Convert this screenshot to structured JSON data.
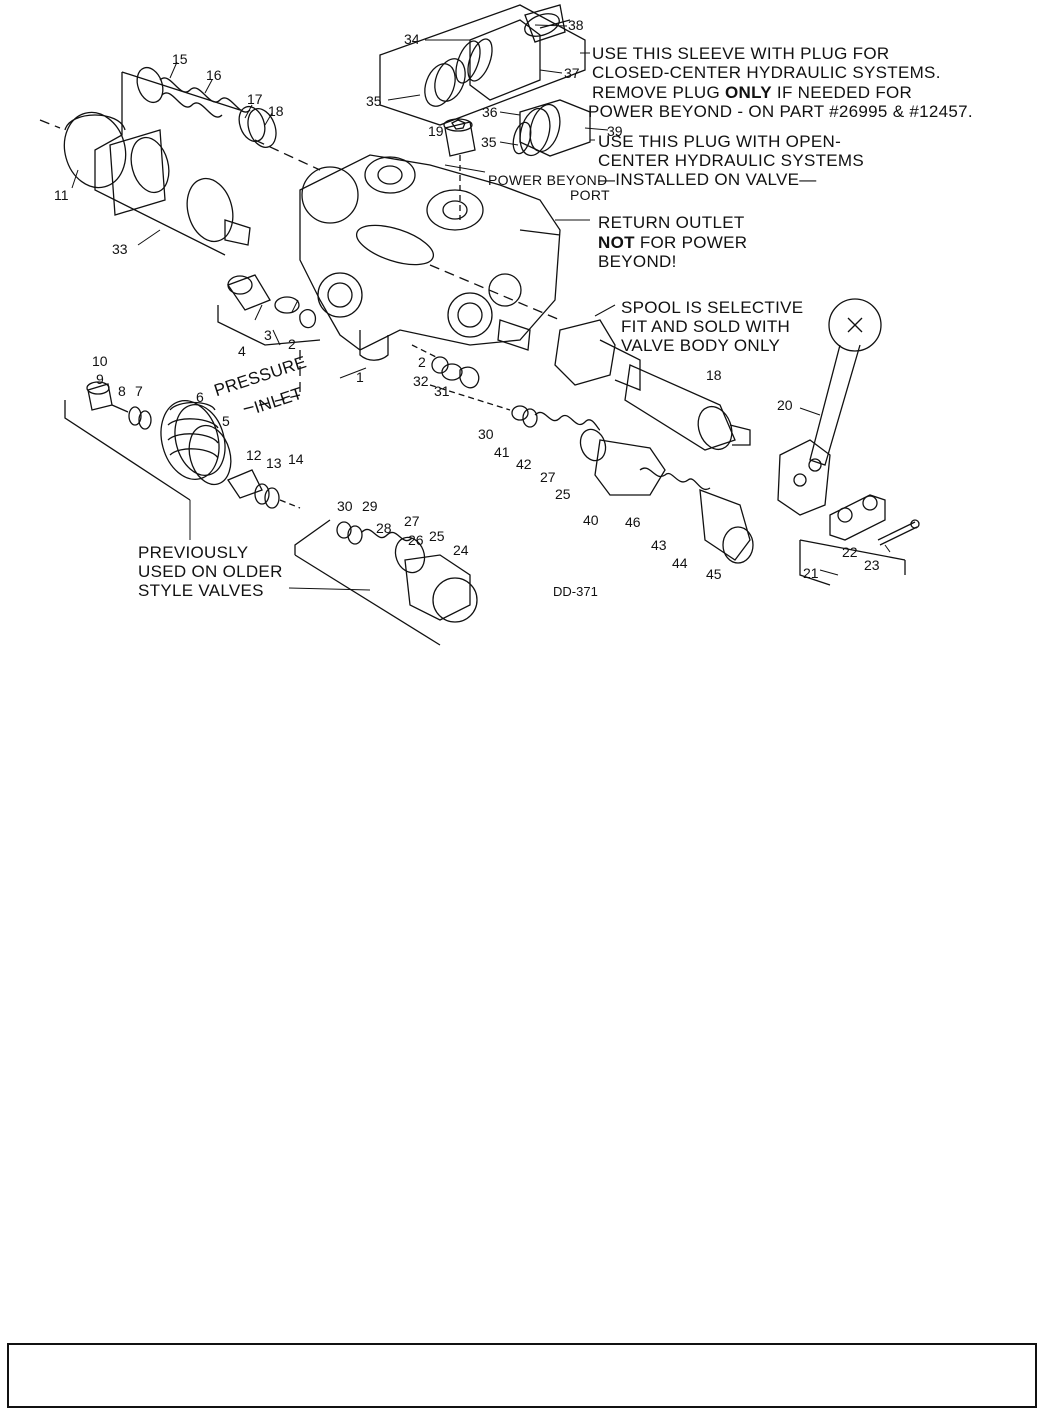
{
  "diagram": {
    "code": "DD-371",
    "notes": {
      "sleeve_1": "USE THIS SLEEVE WITH PLUG FOR",
      "sleeve_2": "CLOSED-CENTER HYDRAULIC SYSTEMS.",
      "sleeve_3a": "REMOVE PLUG ",
      "sleeve_3b": "ONLY",
      "sleeve_3c": " IF NEEDED FOR",
      "sleeve_4": "POWER BEYOND - ON PART #26995 & #12457.",
      "plug_1": "USE THIS PLUG WITH OPEN-",
      "plug_2": "CENTER HYDRAULIC SYSTEMS",
      "plug_3": "—INSTALLED ON VALVE—",
      "power_beyond_1": "POWER BEYOND",
      "power_beyond_2": "PORT",
      "return_1": "RETURN OUTLET",
      "return_2a": "NOT",
      "return_2b": "  FOR POWER",
      "return_3": "BEYOND!",
      "spool_1": "SPOOL IS SELECTIVE",
      "spool_2": "FIT AND SOLD WITH",
      "spool_3": "VALVE BODY ONLY",
      "pressure": "PRESSURE",
      "inlet": "INLET",
      "prev_1": "PREVIOUSLY",
      "prev_2": "USED ON OLDER",
      "prev_3": "STYLE VALVES"
    },
    "parts": {
      "p38": "38",
      "p34": "34",
      "p37": "37",
      "p35a": "35",
      "p36": "36",
      "p39": "39",
      "p35b": "35",
      "p19": "19",
      "p15": "15",
      "p16": "16",
      "p17": "17",
      "p18a": "18",
      "p11": "11",
      "p33": "33",
      "p3": "3",
      "p2a": "2",
      "p4": "4",
      "p1": "1",
      "p10": "10",
      "p9": "9",
      "p8": "8",
      "p7": "7",
      "p6": "6",
      "p5": "5",
      "p12": "12",
      "p13": "13",
      "p14": "14",
      "p2b": "2",
      "p32": "32",
      "p31": "31",
      "p18b": "18",
      "p20": "20",
      "p30a": "30",
      "p41": "41",
      "p42": "42",
      "p27a": "27",
      "p25a": "25",
      "p40": "40",
      "p46": "46",
      "p43": "43",
      "p44": "44",
      "p45": "45",
      "p22": "22",
      "p23": "23",
      "p21": "21",
      "p30b": "30",
      "p29": "29",
      "p28": "28",
      "p27b": "27",
      "p26": "26",
      "p25b": "25",
      "p24": "24"
    }
  },
  "footer": {}
}
